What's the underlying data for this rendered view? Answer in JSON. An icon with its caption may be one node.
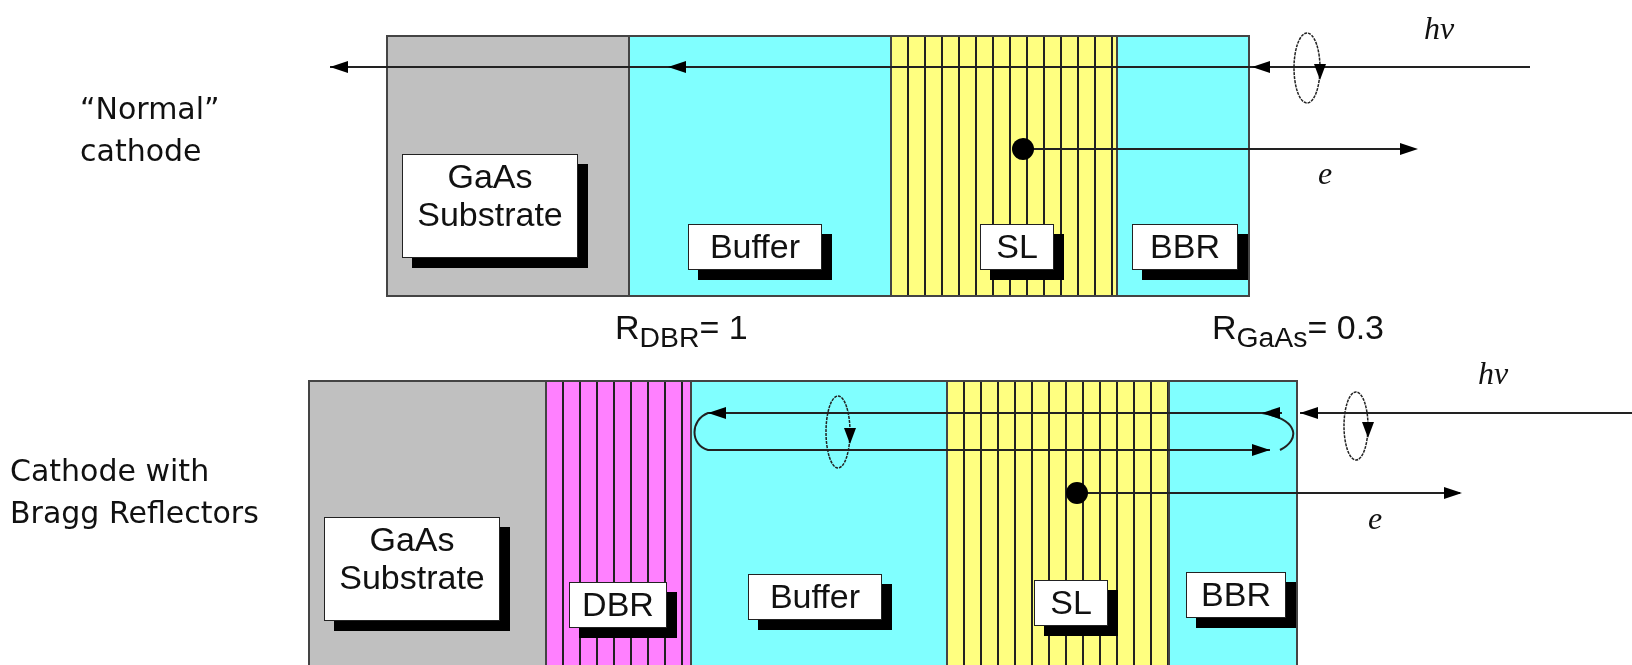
{
  "diagram": {
    "nodes": [
      {
        "text": [
          "GaAs Substrate"
        ]
      },
      {
        "text": [
          "Buffer"
        ]
      },
      {
        "text": [
          "SL"
        ]
      },
      {
        "text": [
          "BBR"
        ]
      },
      {
        "text": [
          "GaAs Substrate"
        ]
      },
      {
        "text": [
          "DBR"
        ]
      },
      {
        "text": [
          "Buffer"
        ]
      },
      {
        "text": [
          "SL"
        ]
      },
      {
        "text": [
          "BBR"
        ]
      }
    ],
    "edges": [],
    "labels": [
      "hν",
      "“Normal” cathode",
      "e",
      "R$_{DBR}$= 1",
      "R$_{GaAs}$= 0.3",
      "hν",
      "Cathode with Bragg Reflectors",
      "e"
    ]
  }
}
